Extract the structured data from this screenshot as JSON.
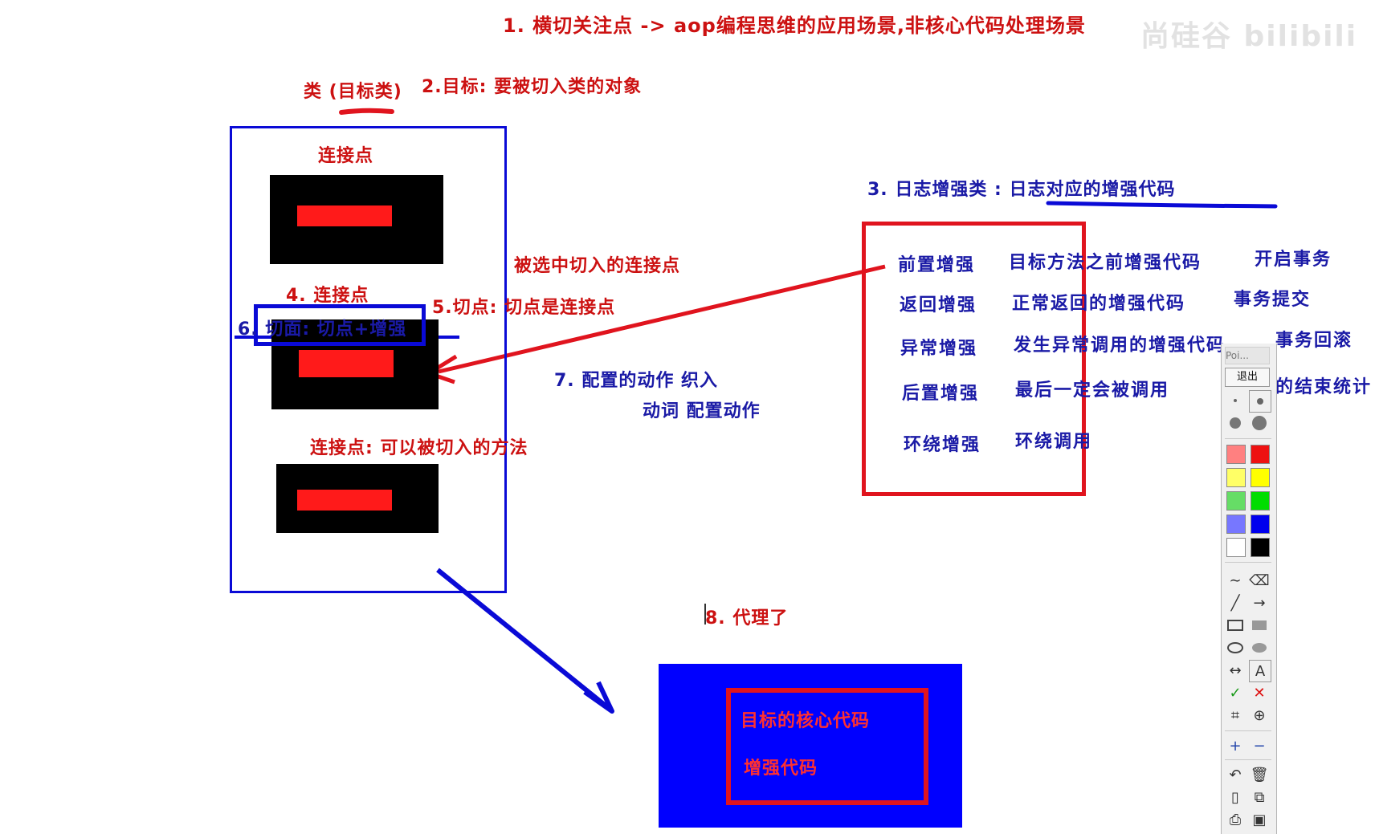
{
  "title": "1. 横切关注点 -> aop编程思维的应用场景,非核心代码处理场景",
  "watermark": "尚硅谷 bilibili",
  "target_class": {
    "label": "类 (目标类)",
    "goal_note": "2.目标: 要被切入类的对象",
    "join_point_top": "连接点",
    "join_point_4": "4.  连接点",
    "selected_note": "被选中切入的连接点",
    "pointcut_note": "5.切点: 切点是连接点",
    "aspect_label": "6.  切面: 切点+增强",
    "join_point_def": "连接点: 可以被切入的方法"
  },
  "weaving": {
    "line1": "7. 配置的动作 织入",
    "line2": "动词 配置动作"
  },
  "enhancement_class": {
    "heading": "3.  日志增强类 : 日志对应的增强代码",
    "rows": [
      {
        "type": "前置增强",
        "desc": "目标方法之前增强代码",
        "tx": "开启事务"
      },
      {
        "type": "返回增强",
        "desc": "正常返回的增强代码",
        "tx": "事务提交"
      },
      {
        "type": "异常增强",
        "desc": "发生异常调用的增强代码",
        "tx": "事务回滚"
      },
      {
        "type": "后置增强",
        "desc": "最后一定会被调用",
        "tx": "的结束统计"
      },
      {
        "type": "环绕增强",
        "desc": "环绕调用",
        "tx": ""
      }
    ]
  },
  "proxy": {
    "label": "8.   代理了",
    "core": "目标的核心代码",
    "enhance": "增强代码"
  },
  "colors": {
    "red": "#cc1111",
    "blue": "#1a1aa6",
    "box_red": "#e0141e",
    "box_blue": "#0a0ad6",
    "proxy_blue": "#0000ff"
  },
  "toolbar": {
    "title": "Poi...",
    "exit": "退出",
    "tools": [
      "pen-tool",
      "eraser-tool",
      "line-tool",
      "arrow-tool",
      "rect-tool",
      "filled-rect-tool",
      "ellipse-tool",
      "filled-ellipse-tool",
      "double-arrow-tool",
      "text-tool",
      "confirm-tool",
      "cancel-tool",
      "select-tool",
      "zoom-tool",
      "plus-tool",
      "minus-tool",
      "undo-tool",
      "delete-tool",
      "new-tool",
      "copy-tool",
      "print-tool",
      "save-tool"
    ],
    "swatches": [
      "#ff8080",
      "#ee1111",
      "#ffff66",
      "#ffff00",
      "#66dd66",
      "#00dd00",
      "#7777ff",
      "#0000ee",
      "#ffffff",
      "#000000"
    ]
  }
}
